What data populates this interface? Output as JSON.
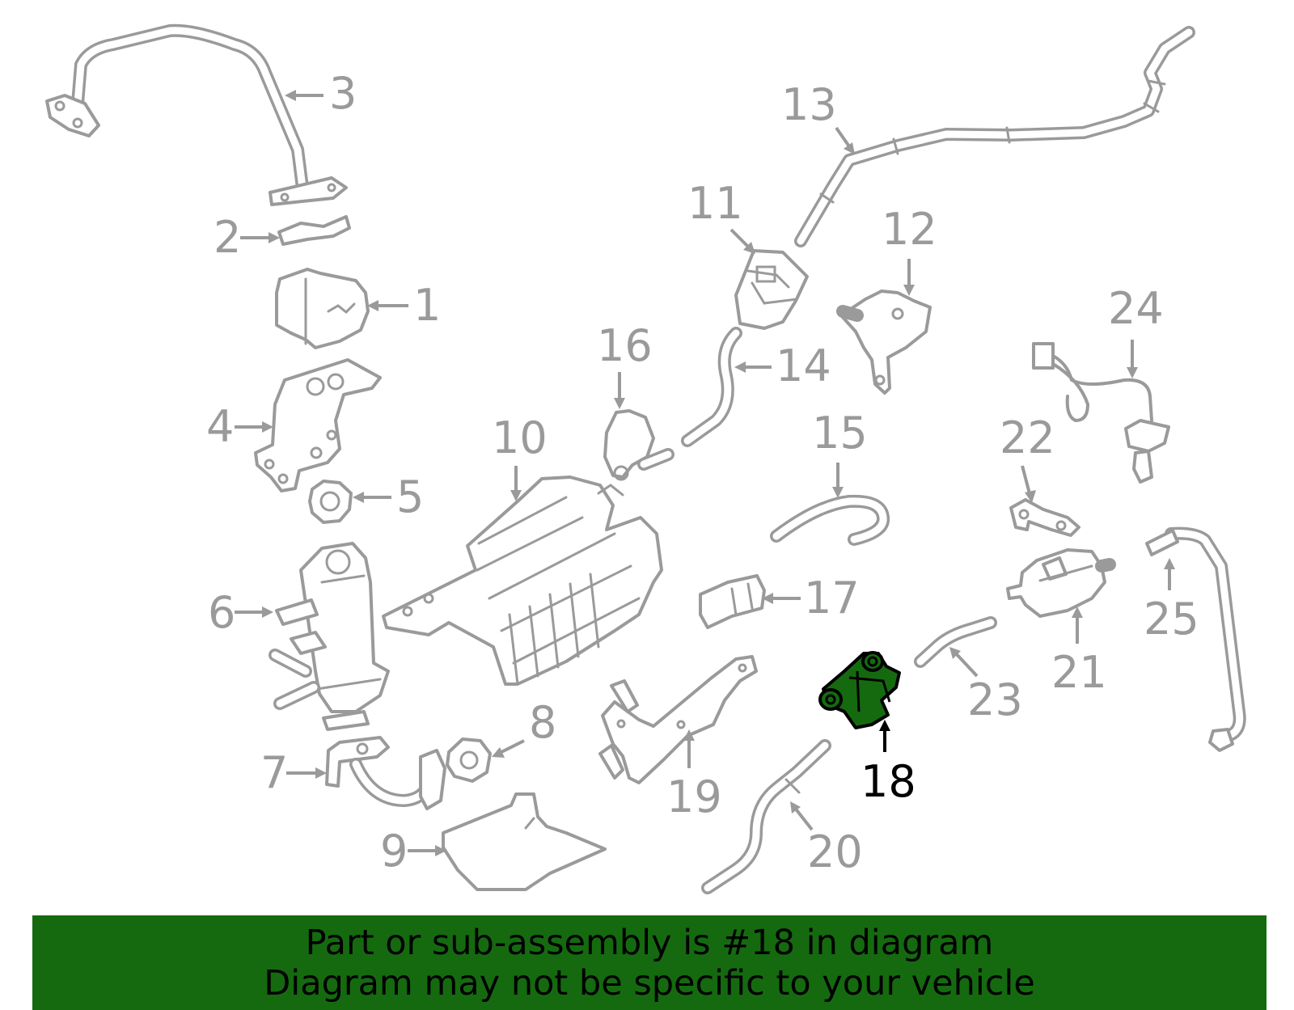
{
  "colors": {
    "part_stroke": "#9a9a9a",
    "highlight_fill": "#156a10",
    "banner_background": "#156a10",
    "banner_text": "#000000"
  },
  "callouts": [
    "1",
    "2",
    "3",
    "4",
    "5",
    "6",
    "7",
    "8",
    "9",
    "10",
    "11",
    "12",
    "13",
    "14",
    "15",
    "16",
    "17",
    "18",
    "19",
    "20",
    "21",
    "22",
    "23",
    "24",
    "25"
  ],
  "highlighted_part": "18",
  "banner": {
    "line1": "Part or sub-assembly is #18 in diagram",
    "line2": "Diagram may not be specific to your vehicle"
  }
}
